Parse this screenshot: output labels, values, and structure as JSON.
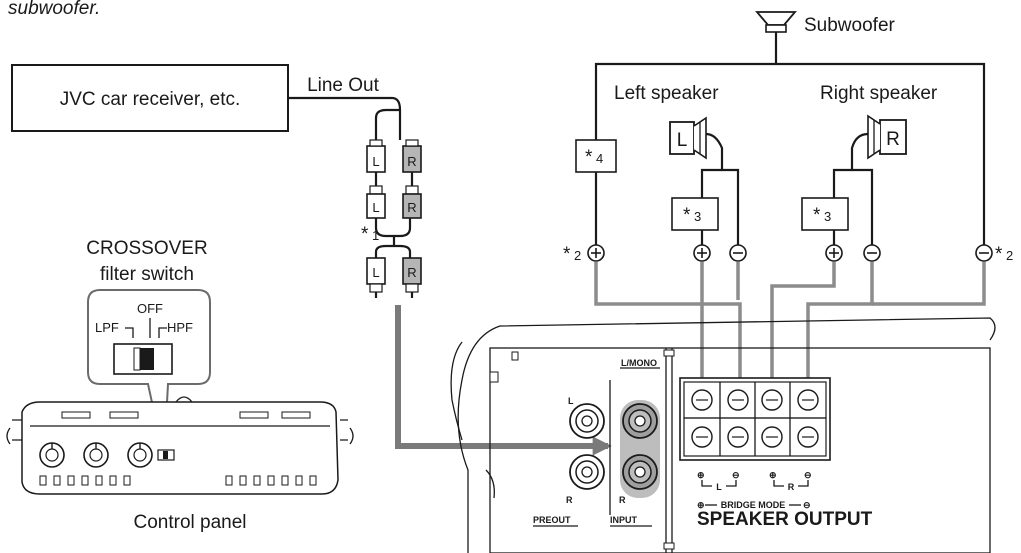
{
  "header_fragment": "subwoofer.",
  "receiver": {
    "label": "JVC car receiver, etc."
  },
  "line_out": "Line Out",
  "plug_left": "L",
  "plug_right": "R",
  "subwoofer": "Subwoofer",
  "left_speaker": {
    "label": "Left speaker",
    "letter": "L"
  },
  "right_speaker": {
    "label": "Right speaker",
    "letter": "R"
  },
  "notes": {
    "n1_mark": "*",
    "n1_num": "1",
    "n2_mark": "*",
    "n2_num": "2",
    "n3_mark": "*",
    "n3_num": "3",
    "n4_mark": "*",
    "n4_num": "4"
  },
  "crossover": {
    "title_line1": "CROSSOVER",
    "title_line2": "filter switch",
    "off": "OFF",
    "lpf": "LPF",
    "hpf": "HPF"
  },
  "control_panel": "Control panel",
  "amp": {
    "l_mono": "L/MONO",
    "jack_l": "L",
    "jack_r": "R",
    "jack_r2": "R",
    "preout": "PREOUT",
    "input": "INPUT",
    "term_l": "L",
    "term_r": "R",
    "bridge_mode": "BRIDGE MODE",
    "speaker_output": "SPEAKER OUTPUT"
  }
}
